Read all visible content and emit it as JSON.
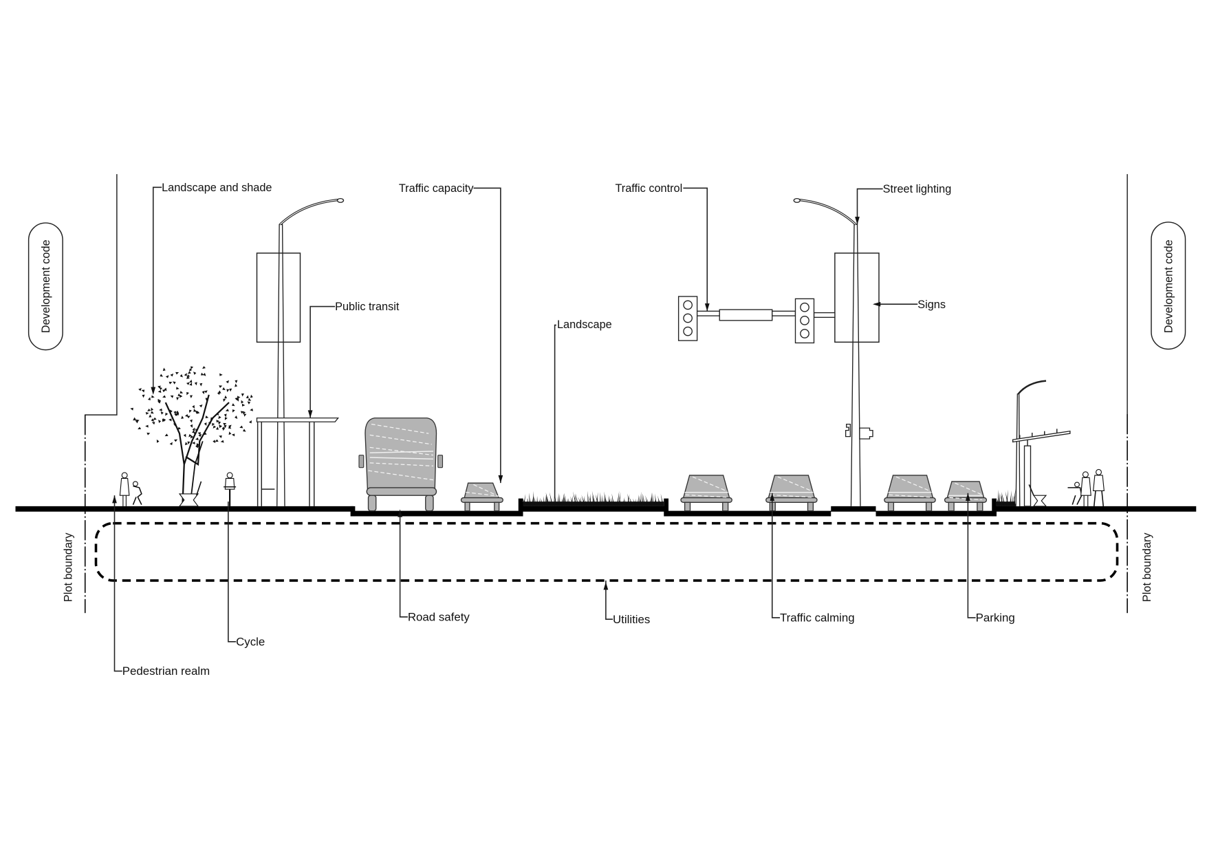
{
  "diagram": {
    "type": "street cross-section",
    "labels": {
      "landscape_and_shade": "Landscape and shade",
      "traffic_capacity": "Traffic capacity",
      "traffic_control": "Traffic control",
      "street_lighting": "Street lighting",
      "public_transit": "Public transit",
      "landscape": "Landscape",
      "signs": "Signs",
      "road_safety": "Road safety",
      "utilities": "Utilities",
      "traffic_calming": "Traffic calming",
      "parking": "Parking",
      "cycle": "Cycle",
      "pedestrian_realm": "Pedestrian realm"
    },
    "side_labels": {
      "development_code_left": "Development code",
      "development_code_right": "Development code",
      "plot_boundary_left": "Plot boundary",
      "plot_boundary_right": "Plot boundary"
    },
    "elements": [
      "tree",
      "street-lamp",
      "banner-sign",
      "bus-shelter",
      "bus",
      "car",
      "planted-median",
      "traffic-signal",
      "pedestrians",
      "cyclist",
      "bench",
      "utilities-corridor"
    ],
    "colors": {
      "ink": "#000000",
      "vehicle_fill": "#b4b4b4",
      "background": "#ffffff"
    }
  }
}
